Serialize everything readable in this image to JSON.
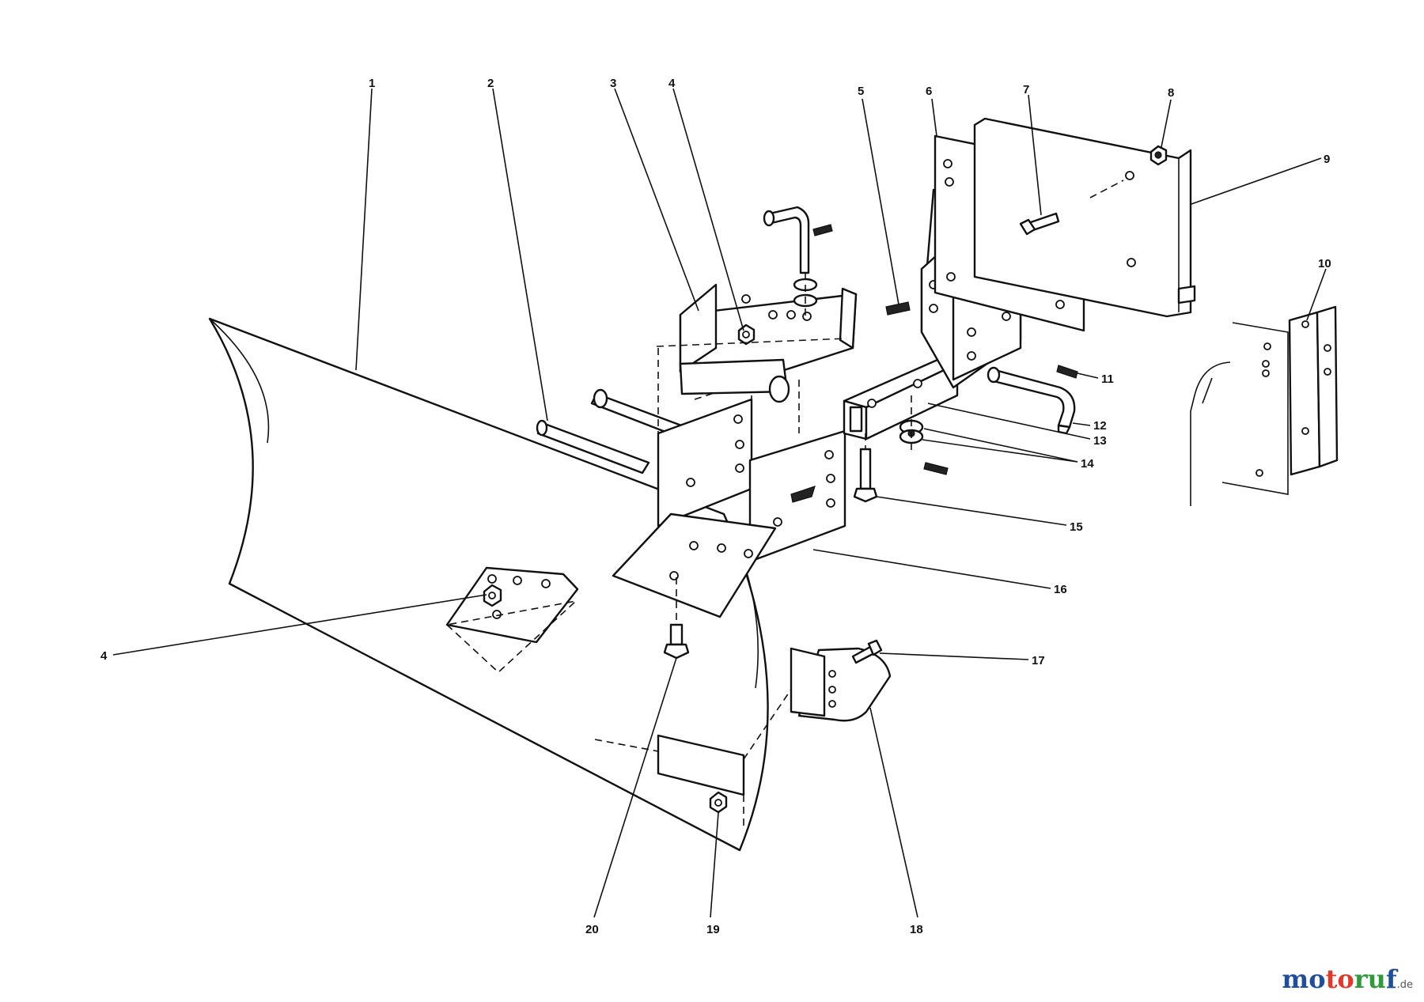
{
  "callouts": [
    {
      "id": "c1",
      "label": "1"
    },
    {
      "id": "c2",
      "label": "2"
    },
    {
      "id": "c3",
      "label": "3"
    },
    {
      "id": "c4a",
      "label": "4"
    },
    {
      "id": "c5",
      "label": "5"
    },
    {
      "id": "c6",
      "label": "6"
    },
    {
      "id": "c7",
      "label": "7"
    },
    {
      "id": "c8",
      "label": "8"
    },
    {
      "id": "c9",
      "label": "9"
    },
    {
      "id": "c10",
      "label": "10"
    },
    {
      "id": "c11",
      "label": "11"
    },
    {
      "id": "c12",
      "label": "12"
    },
    {
      "id": "c13",
      "label": "13"
    },
    {
      "id": "c14",
      "label": "14"
    },
    {
      "id": "c15",
      "label": "15"
    },
    {
      "id": "c16",
      "label": "16"
    },
    {
      "id": "c4b",
      "label": "4"
    },
    {
      "id": "c17",
      "label": "17"
    },
    {
      "id": "c18",
      "label": "18"
    },
    {
      "id": "c19",
      "label": "19"
    },
    {
      "id": "c20",
      "label": "20"
    }
  ],
  "watermark": {
    "part1": "mo",
    "part2": "to",
    "part3": "ru",
    "part4": "f",
    "suffix": ".de",
    "colors": {
      "blue": "#1f4f9c",
      "red": "#e0392b",
      "green": "#2e9a3a"
    }
  }
}
